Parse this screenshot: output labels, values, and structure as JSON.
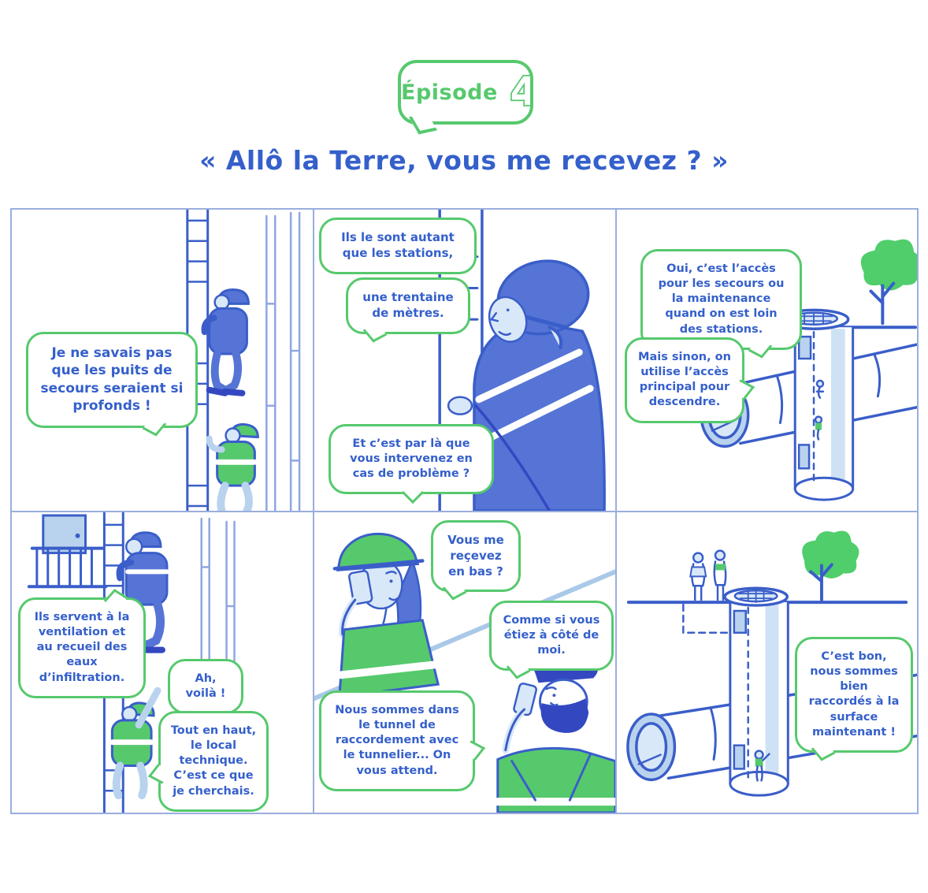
{
  "header": {
    "episode_label": "Épisode",
    "episode_number": "4",
    "title": "« Allô la Terre, vous me recevez ? »"
  },
  "colors": {
    "ink_blue": "#3a5ec9",
    "clothing_blue": "#5574d6",
    "light_blue": "#b9d3ee",
    "pale_blue": "#d9e8f8",
    "bubble_green": "#56c96d",
    "panel_border": "#9aaede",
    "text_blue": "#3560cb"
  },
  "panels": [
    {
      "name": "panel-1",
      "bubbles": [
        {
          "text": "Je ne savais pas que les puits de secours seraient si profonds !"
        }
      ]
    },
    {
      "name": "panel-2",
      "bubbles": [
        {
          "text": "Ils le sont autant que les stations,"
        },
        {
          "text": "une trentaine de mètres."
        },
        {
          "text": "Et c’est par là que vous intervenez en cas de problème ?"
        }
      ]
    },
    {
      "name": "panel-3",
      "bubbles": [
        {
          "text": "Oui, c’est l’accès pour les secours ou la maintenance quand on est loin des stations."
        },
        {
          "text": "Mais sinon, on utilise l’accès principal pour descendre."
        }
      ]
    },
    {
      "name": "panel-4",
      "bubbles": [
        {
          "text": "Ils servent à la ventilation et au recueil des eaux d’infiltration."
        },
        {
          "text": "Ah, voilà !"
        },
        {
          "text": "Tout en haut, le local technique. C’est ce que je cherchais."
        }
      ]
    },
    {
      "name": "panel-5",
      "bubbles": [
        {
          "text": "Vous me reçevez en bas ?"
        },
        {
          "text": "Comme si vous étiez à côté de moi."
        },
        {
          "text": "Nous sommes dans le tunnel de raccordement avec le tunnelier... On vous attend."
        }
      ]
    },
    {
      "name": "panel-6",
      "bubbles": [
        {
          "text": "C’est bon, nous sommes bien raccordés à la surface maintenant !"
        }
      ]
    }
  ]
}
